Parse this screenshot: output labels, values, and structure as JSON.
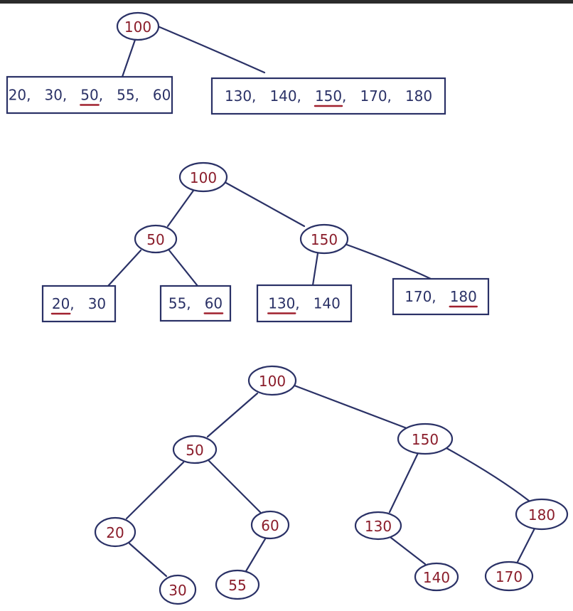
{
  "stages": [
    {
      "nodes": [
        {
          "id": "s1-100",
          "label": "100"
        }
      ],
      "boxes": [
        {
          "id": "s1-left",
          "keys": [
            "20",
            "30",
            "50",
            "55",
            "60"
          ],
          "underline": "50"
        },
        {
          "id": "s1-right",
          "keys": [
            "130",
            "140",
            "150",
            "170",
            "180"
          ],
          "underline": "150"
        }
      ]
    },
    {
      "nodes": [
        {
          "id": "s2-100",
          "label": "100"
        },
        {
          "id": "s2-50",
          "label": "50"
        },
        {
          "id": "s2-150",
          "label": "150"
        }
      ],
      "boxes": [
        {
          "id": "s2-b1",
          "keys": [
            "20",
            "30"
          ],
          "underline": "20"
        },
        {
          "id": "s2-b2",
          "keys": [
            "55",
            "60"
          ],
          "underline": "60"
        },
        {
          "id": "s2-b3",
          "keys": [
            "130",
            "140"
          ],
          "underline": "130"
        },
        {
          "id": "s2-b4",
          "keys": [
            "170",
            "180"
          ],
          "underline": "180"
        }
      ]
    },
    {
      "nodes": [
        {
          "id": "s3-100",
          "label": "100"
        },
        {
          "id": "s3-50",
          "label": "50"
        },
        {
          "id": "s3-150",
          "label": "150"
        },
        {
          "id": "s3-20",
          "label": "20"
        },
        {
          "id": "s3-60",
          "label": "60"
        },
        {
          "id": "s3-130",
          "label": "130"
        },
        {
          "id": "s3-180",
          "label": "180"
        },
        {
          "id": "s3-30",
          "label": "30"
        },
        {
          "id": "s3-55",
          "label": "55"
        },
        {
          "id": "s3-140",
          "label": "140"
        },
        {
          "id": "s3-170",
          "label": "170"
        }
      ],
      "boxes": []
    }
  ],
  "colors": {
    "ink": "#2a3166",
    "node_text": "#8a1c2a",
    "underline": "#a0202e"
  }
}
